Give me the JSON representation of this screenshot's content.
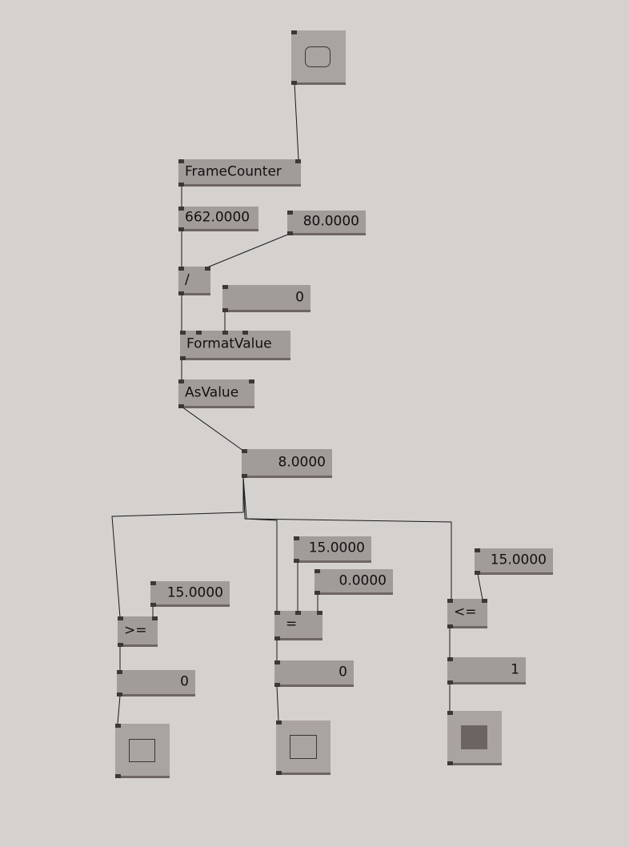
{
  "nodes": {
    "bang_top": {
      "kind": "bang"
    },
    "framecounter": {
      "label": "FrameCounter"
    },
    "fc_out": {
      "value": "662.0000"
    },
    "divisor": {
      "value": "80.0000"
    },
    "divide": {
      "label": "/"
    },
    "precision": {
      "value": "0"
    },
    "formatvalue": {
      "label": "FormatValue"
    },
    "asvalue": {
      "label": "AsValue"
    },
    "result": {
      "value": "8.0000"
    },
    "ge_const": {
      "value": "15.0000"
    },
    "ge": {
      "label": ">="
    },
    "ge_out": {
      "value": "0"
    },
    "eq_const": {
      "value": "15.0000"
    },
    "eq_eps": {
      "value": "0.0000"
    },
    "eq": {
      "label": "="
    },
    "eq_out": {
      "value": "0"
    },
    "le_const": {
      "value": "15.0000"
    },
    "le": {
      "label": "<="
    },
    "le_out": {
      "value": "1"
    },
    "toggle_ge": {
      "state": "off"
    },
    "toggle_eq": {
      "state": "off"
    },
    "toggle_le": {
      "state": "on"
    }
  },
  "colors": {
    "background": "#d5d1ce",
    "node": "#a29c99",
    "node_border": "#6e6663",
    "pin": "#3d3836",
    "toggle_on": "#6c6462",
    "wire": "#1a1a1a"
  }
}
